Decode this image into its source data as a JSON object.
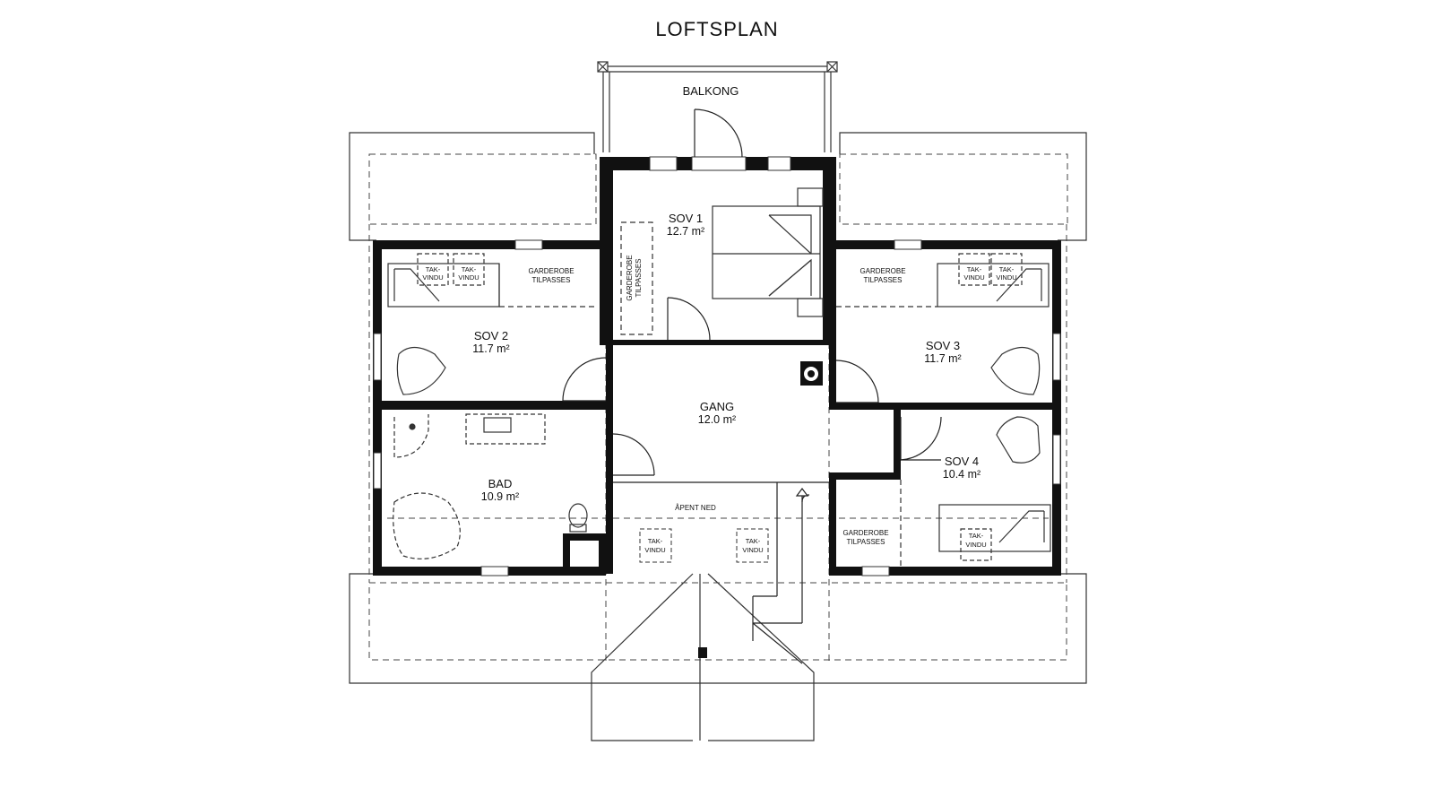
{
  "title": "LOFTSPLAN",
  "rooms": {
    "balcony": {
      "name": "BALKONG"
    },
    "sov1": {
      "name": "SOV 1",
      "area": "12.7 m²"
    },
    "sov2": {
      "name": "SOV 2",
      "area": "11.7 m²"
    },
    "sov3": {
      "name": "SOV 3",
      "area": "11.7 m²"
    },
    "sov4": {
      "name": "SOV 4",
      "area": "10.4 m²"
    },
    "gang": {
      "name": "GANG",
      "area": "12.0 m²"
    },
    "bad": {
      "name": "BAD",
      "area": "10.9 m²"
    },
    "open": {
      "name": "ÅPENT NED"
    }
  },
  "labels": {
    "garderobe": "GARDEROBE",
    "tilpasses": "TILPASSES",
    "tak": "TAK-",
    "vindu": "VINDU"
  },
  "colors": {
    "walls": "#111111",
    "lines": "#333333",
    "background": "#ffffff"
  }
}
